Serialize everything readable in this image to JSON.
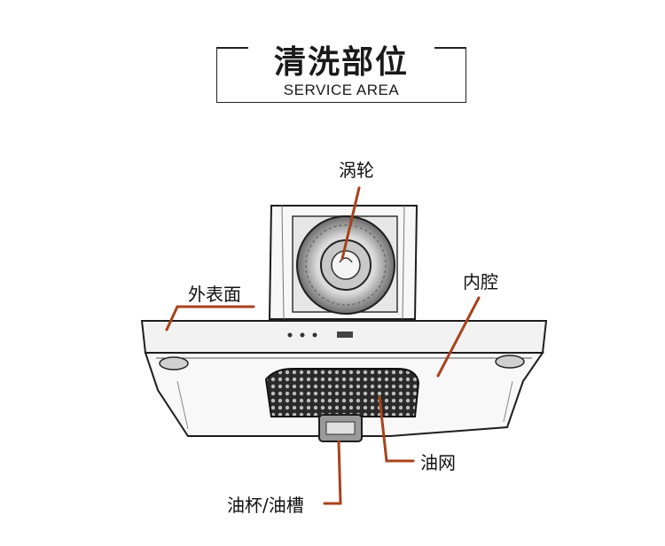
{
  "title": {
    "main": "清洗部位",
    "sub": "SERVICE AREA"
  },
  "parts": [
    {
      "id": "turbine",
      "label": "涡轮"
    },
    {
      "id": "exterior",
      "label": "外表面"
    },
    {
      "id": "inner-cavity",
      "label": "内腔"
    },
    {
      "id": "oil-mesh",
      "label": "油网"
    },
    {
      "id": "oil-cup",
      "label": "油杯/油槽"
    }
  ],
  "colors": {
    "leader_line": "#a8421c",
    "sketch": "#1e1e1e",
    "title_frame": "#222222"
  }
}
